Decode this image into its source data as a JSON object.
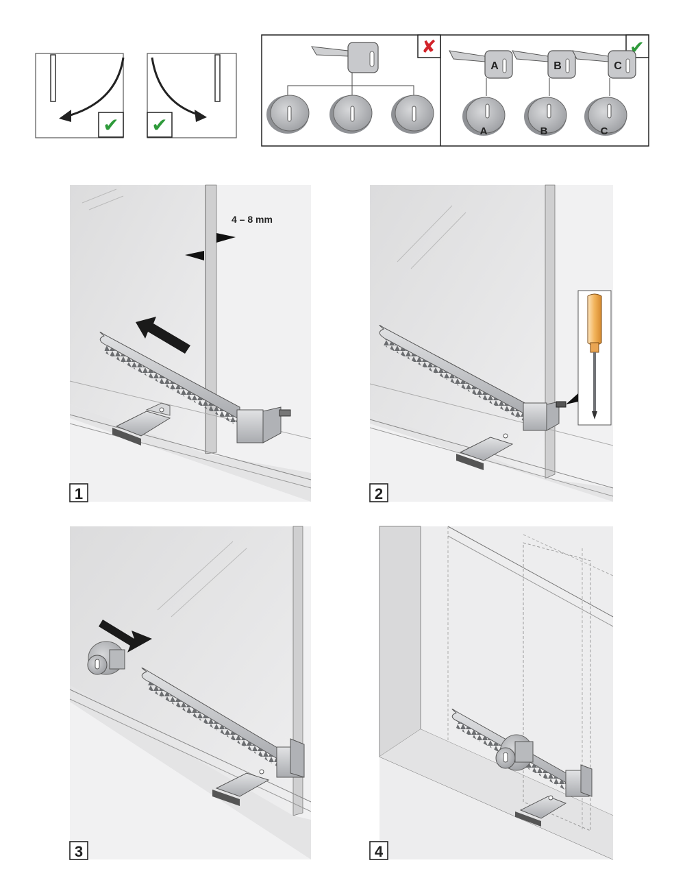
{
  "door_swing": {
    "left_correct": "✔",
    "right_correct": "✔"
  },
  "keying": {
    "wrong_mark": "✘",
    "right_mark": "✔",
    "keyed_letters": [
      "A",
      "B",
      "C"
    ]
  },
  "steps": [
    {
      "number": "1",
      "dimension": "4 – 8 mm"
    },
    {
      "number": "2"
    },
    {
      "number": "3"
    },
    {
      "number": "4"
    }
  ],
  "colors": {
    "check_green": "#2e9a3a",
    "cross_red": "#d2232a",
    "glass": "#e9e9ea",
    "metal": "#c4c6c9",
    "screwdriver_handle": "#f2b35a"
  }
}
